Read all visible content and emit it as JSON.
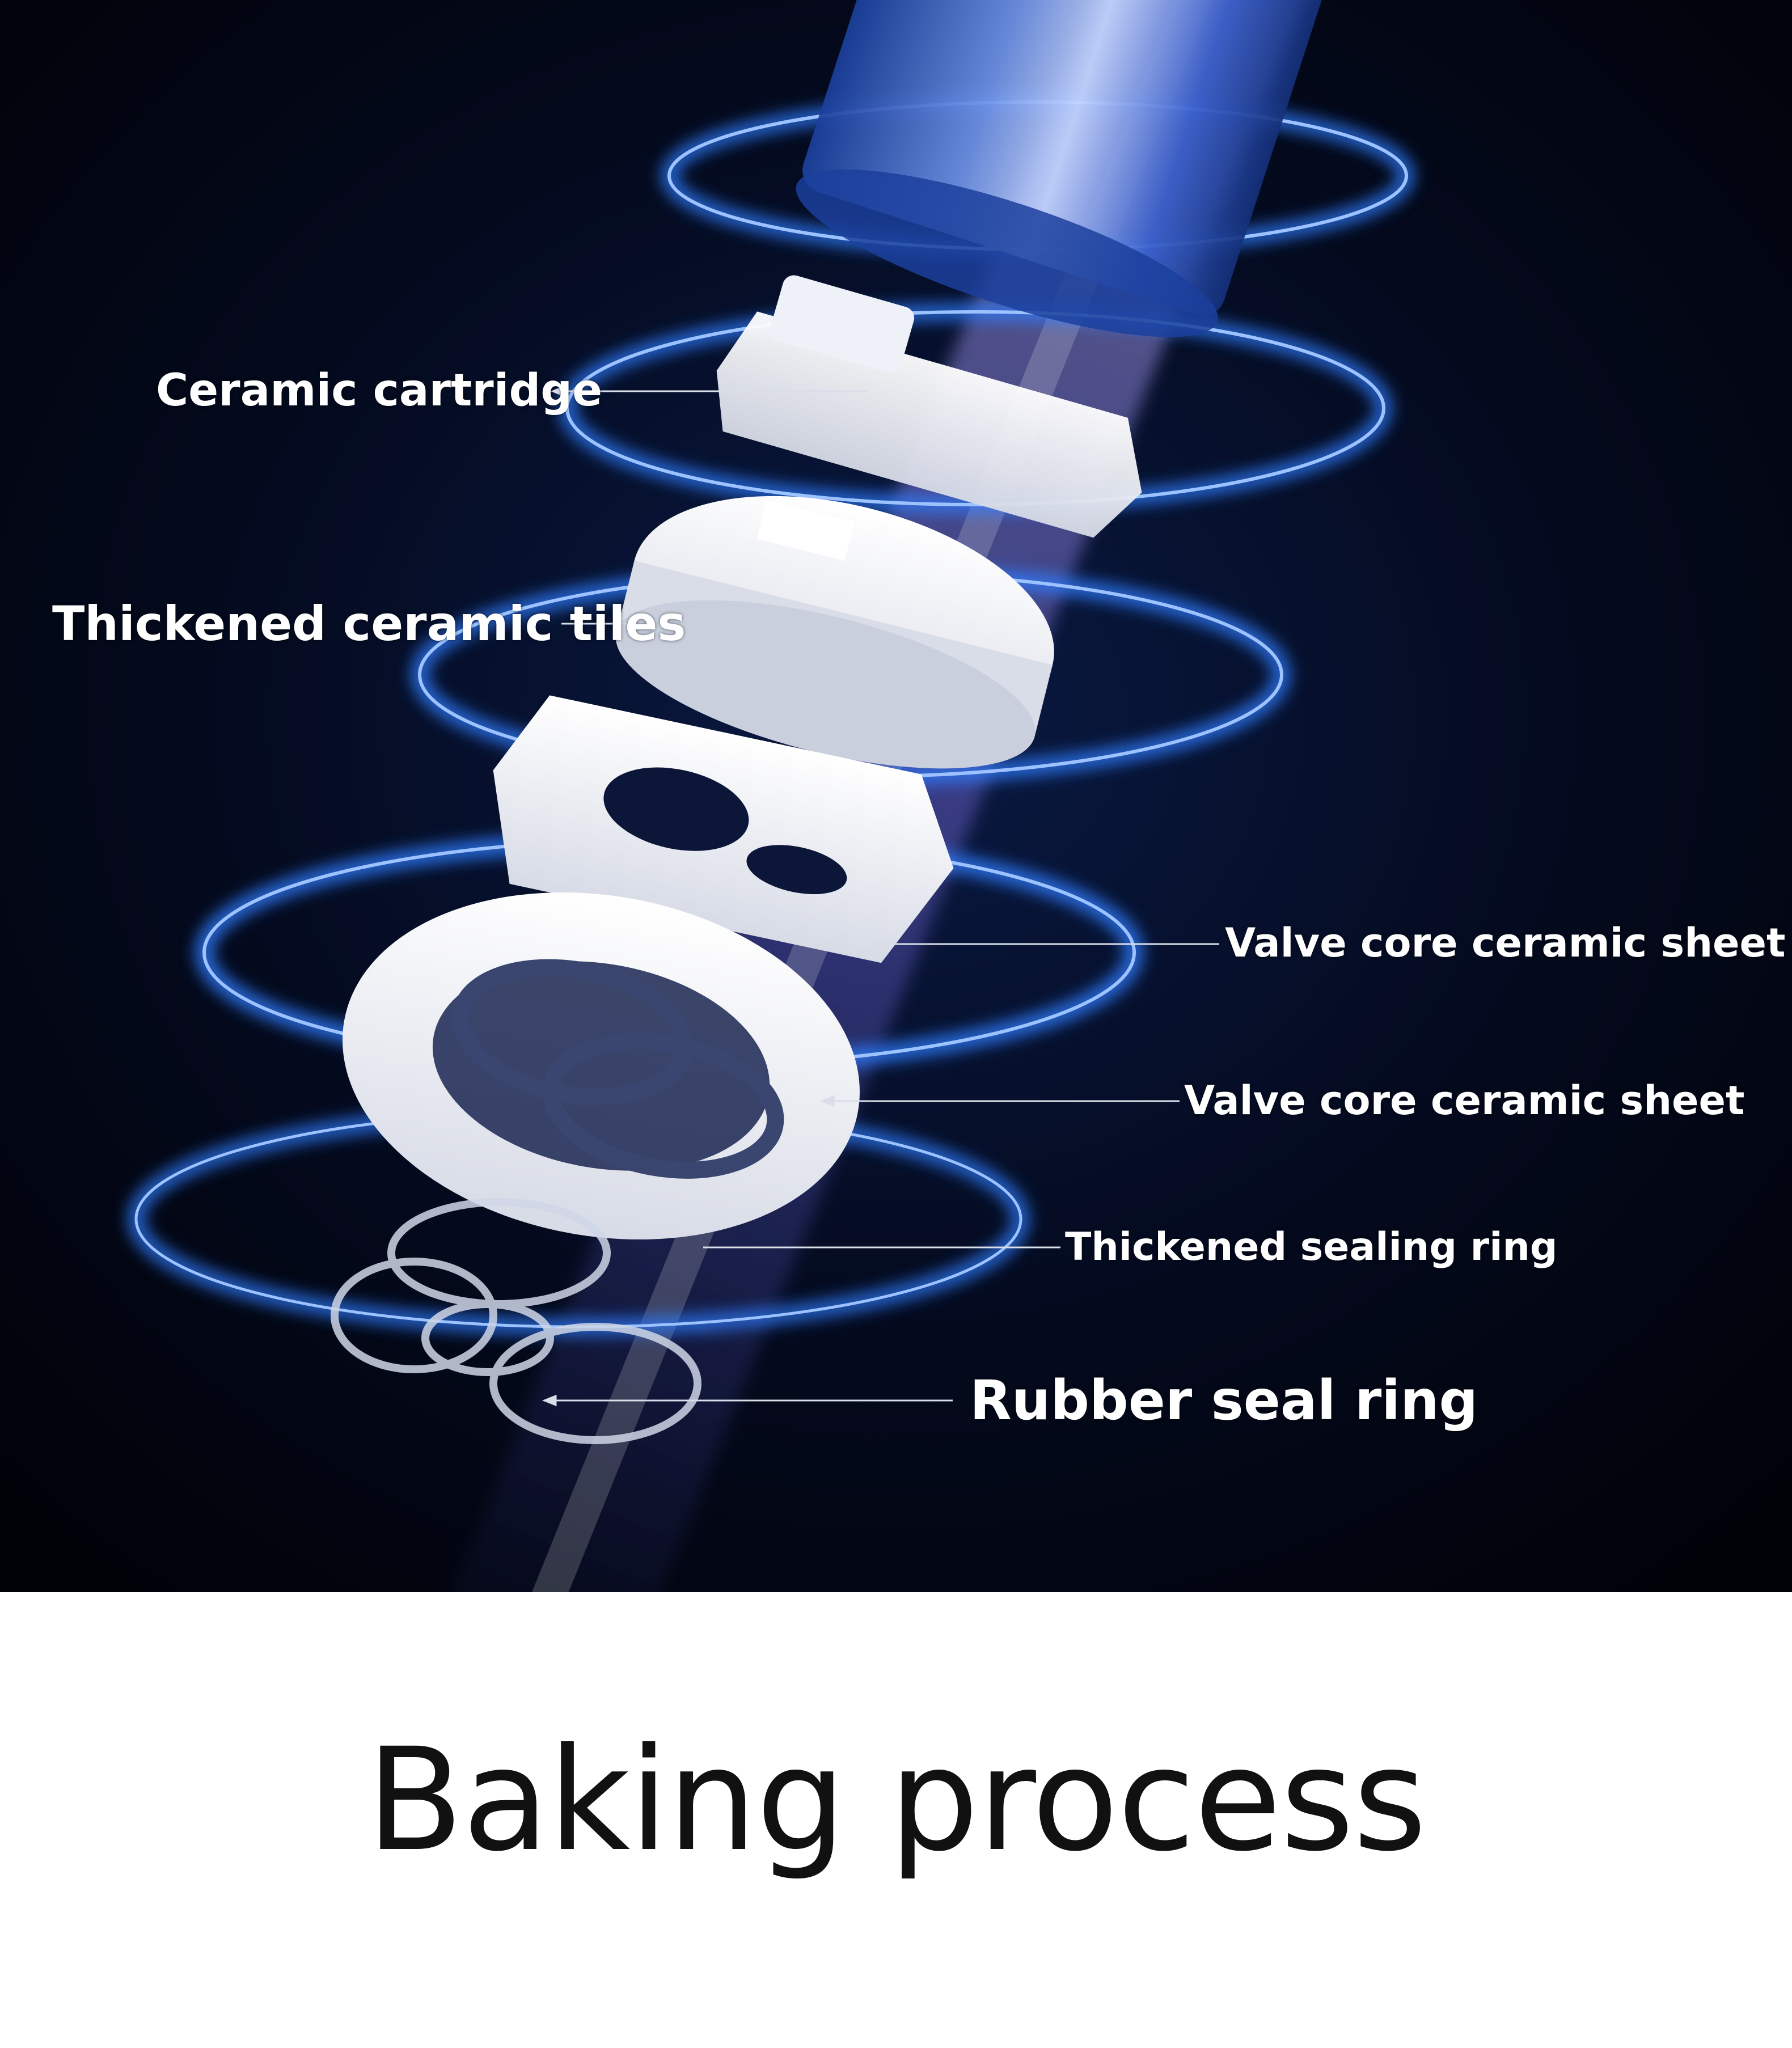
{
  "labels": {
    "ceramic_cartridge": "Ceramic cartridge",
    "thickened_ceramic_tiles": "Thickened ceramic tiles",
    "valve_core_ceramic_sheet_1": "Valve core ceramic sheet",
    "valve_core_ceramic_sheet_2": "Valve core ceramic sheet",
    "thickened_sealing_ring": "Thickened sealing ring",
    "rubber_seal_ring": "Rubber seal ring"
  },
  "footer": {
    "title": "Baking process"
  },
  "colors": {
    "background_dark": "#02040c",
    "glow_blue": "#2f7dff",
    "ceramic_white": "#f2f4f8",
    "label_text": "#ffffff",
    "title_text": "#111111"
  }
}
